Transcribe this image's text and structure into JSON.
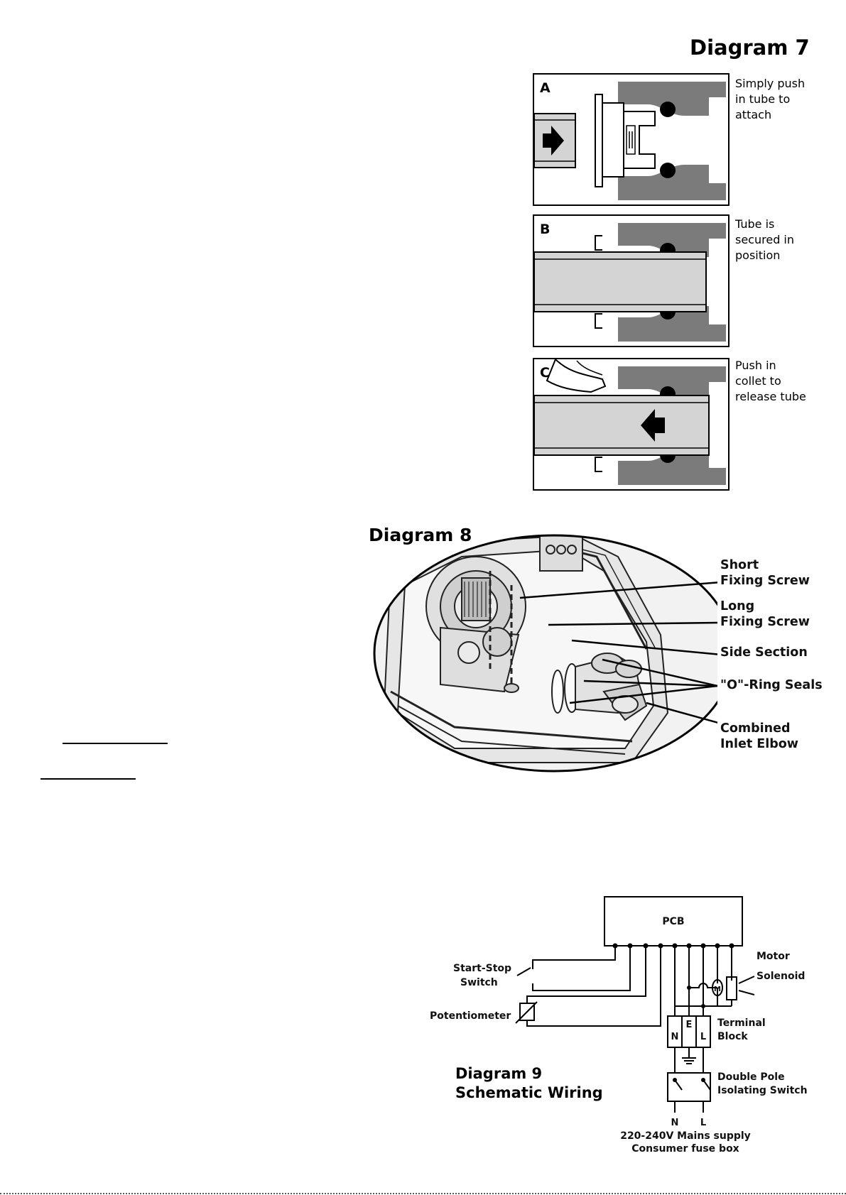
{
  "diagram7": {
    "title": "Diagram 7",
    "panels": [
      {
        "letter": "A",
        "caption": "Simply push\nin tube to\nattach"
      },
      {
        "letter": "B",
        "caption": "Tube is\nsecured in\nposition"
      },
      {
        "letter": "C",
        "caption": "Push in\ncollet to\nrelease tube"
      }
    ]
  },
  "diagram8": {
    "title": "Diagram 8",
    "callouts": [
      "Short\nFixing Screw",
      "Long\nFixing Screw",
      "Side Section",
      "\"O\"-Ring Seals",
      "Combined\nInlet Elbow"
    ]
  },
  "diagram9": {
    "title": "Diagram 9\nSchematic Wiring",
    "labels": {
      "pcb": "PCB",
      "start_stop_1": "Start-Stop",
      "start_stop_2": "Switch",
      "potentiometer": "Potentiometer",
      "motor": "Motor",
      "solenoid": "Solenoid",
      "terminal_1": "Terminal",
      "terminal_2": "Block",
      "term_n": "N",
      "term_e": "E",
      "term_l": "L",
      "motor_symbol": "M",
      "isolator_1": "Double Pole",
      "isolator_2": "Isolating Switch",
      "supply_n": "N",
      "supply_l": "L",
      "supply_1": "220-240V Mains supply",
      "supply_2": "Consumer fuse box"
    }
  }
}
